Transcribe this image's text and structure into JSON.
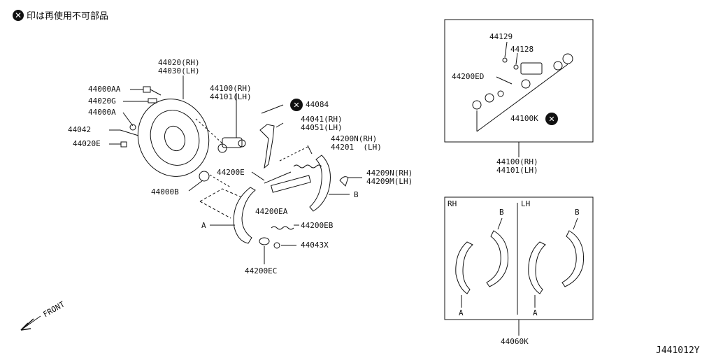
{
  "note": {
    "mark": "✕",
    "text": "印は再使用不可部品"
  },
  "labels": {
    "p44020": "44020(RH)\n44030(LH)",
    "p44000AA": "44000AA",
    "p44020G": "44020G",
    "p44000A": "44000A",
    "p44042": "44042",
    "p44020E": "44020E",
    "p44000B": "44000B",
    "p44100": "44100(RH)\n44101(LH)",
    "p44084": "44084",
    "p44041": "44041(RH)\n44051(LH)",
    "p44200N": "44200N(RH)\n44201  (LH)",
    "p44200E": "44200E",
    "p44209N": "44209N(RH)\n44209M(LH)",
    "pB1": "B",
    "p44200EA": "44200EA",
    "pA1": "A",
    "p44200EB": "44200EB",
    "p44043X": "44043X",
    "p44200EC": "44200EC",
    "front": "FRONT",
    "box1_44129": "44129",
    "box1_44128": "44128",
    "box1_44200ED": "44200ED",
    "box1_44100K": "44100K",
    "box1_below": "44100(RH)\n44101(LH)",
    "box2_RH": "RH",
    "box2_LH": "LH",
    "box2_B1": "B",
    "box2_B2": "B",
    "box2_A1": "A",
    "box2_A2": "A",
    "box2_below": "44060K",
    "code": "J441012Y"
  }
}
